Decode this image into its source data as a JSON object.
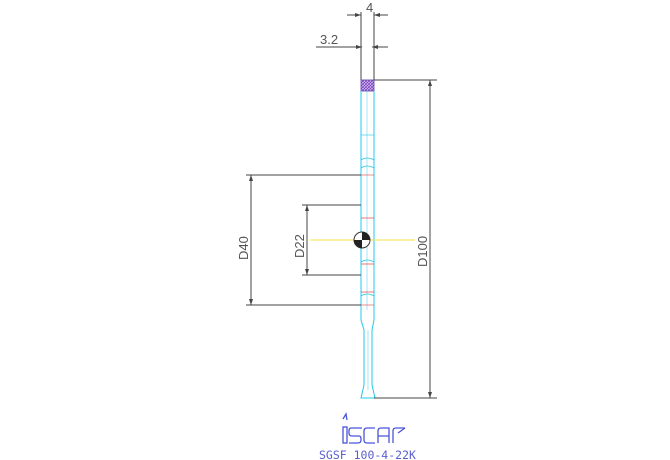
{
  "drawing": {
    "dimensions": {
      "top_width": "4",
      "blade_width": "3.2",
      "bore_diameter": "D22",
      "hub_diameter": "D40",
      "outer_diameter": "D100"
    },
    "logo": {
      "brand": "iscar",
      "icon": "iscar-logo"
    },
    "part_number": "SGSF 100-4-22K"
  }
}
